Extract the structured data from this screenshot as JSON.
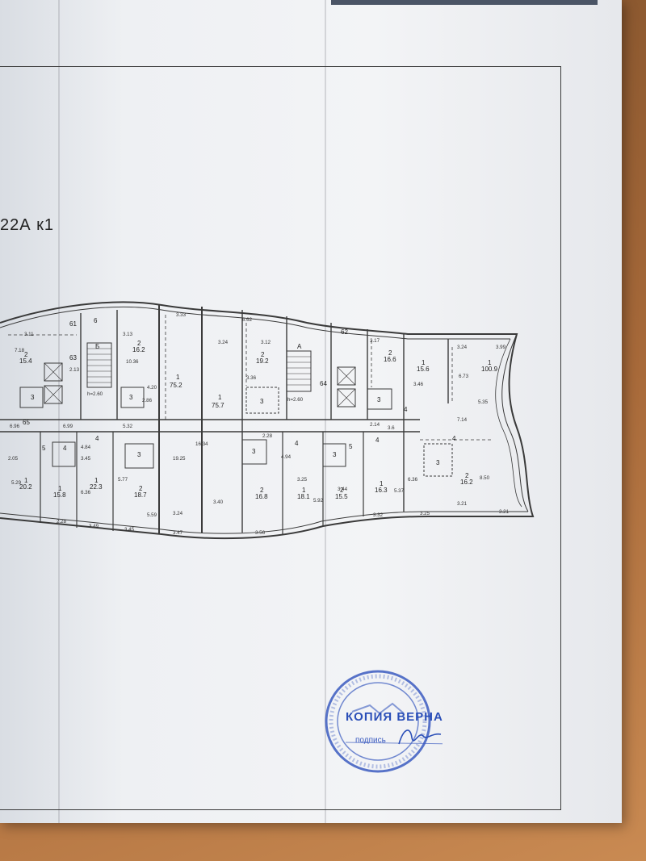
{
  "title": "22А к1",
  "stamp": {
    "main_text": "КОПИЯ ВЕРНА",
    "sub_text": "подпись"
  },
  "colors": {
    "stamp": "#2b4fb8",
    "line": "#3a3a3a",
    "paper": "#f1f2f4"
  },
  "plan": {
    "rooms": [
      {
        "count": "2",
        "area": "15.4"
      },
      {
        "count": "2",
        "area": "16.2"
      },
      {
        "count": "1",
        "area": "75.2"
      },
      {
        "count": "1",
        "area": "75.7"
      },
      {
        "count": "2",
        "area": "19.2"
      },
      {
        "count": "2",
        "area": "16.6"
      },
      {
        "count": "1",
        "area": "15.6"
      },
      {
        "count": "1",
        "area": "100.9"
      },
      {
        "count": "1",
        "area": "20.2"
      },
      {
        "count": "1",
        "area": "15.8"
      },
      {
        "count": "1",
        "area": "22.3"
      },
      {
        "count": "2",
        "area": "18.7"
      },
      {
        "count": "2",
        "area": "16.8"
      },
      {
        "count": "1",
        "area": "18.1"
      },
      {
        "count": "2",
        "area": "15.5"
      },
      {
        "count": "1",
        "area": "16.3"
      },
      {
        "count": "2",
        "area": "16.2"
      }
    ],
    "dimensions": [
      "3.11",
      "3.13",
      "3.33",
      "3.24",
      "3.12",
      "3.17",
      "3.24",
      "3.99",
      "6.62",
      "7.18",
      "2.13",
      "10.36",
      "3.36",
      "3.46",
      "6.73",
      "5.35",
      "7.14",
      "2.86",
      "5.32",
      "4.20",
      "2.28",
      "2.14",
      "3.6",
      "6.96",
      "6.99",
      "2.05",
      "5.29",
      "6.36",
      "4.84",
      "3.45",
      "5.77",
      "19.25",
      "16.34",
      "4.94",
      "3.25",
      "3.44",
      "5.37",
      "6.36",
      "8.50",
      "3.24",
      "3.40",
      "5.92",
      "3.32",
      "3.25",
      "3.21",
      "3.21",
      "2.28",
      "3.49",
      "3.45",
      "5.59",
      "3.47",
      "3.56"
    ],
    "labels": [
      "3",
      "3",
      "3",
      "3",
      "3",
      "3",
      "3",
      "3",
      "4",
      "4",
      "4",
      "4",
      "4",
      "4",
      "5",
      "5",
      "6",
      "61",
      "62",
      "63",
      "64",
      "65",
      "А",
      "Б",
      "h=2.60",
      "h=2.60"
    ]
  }
}
